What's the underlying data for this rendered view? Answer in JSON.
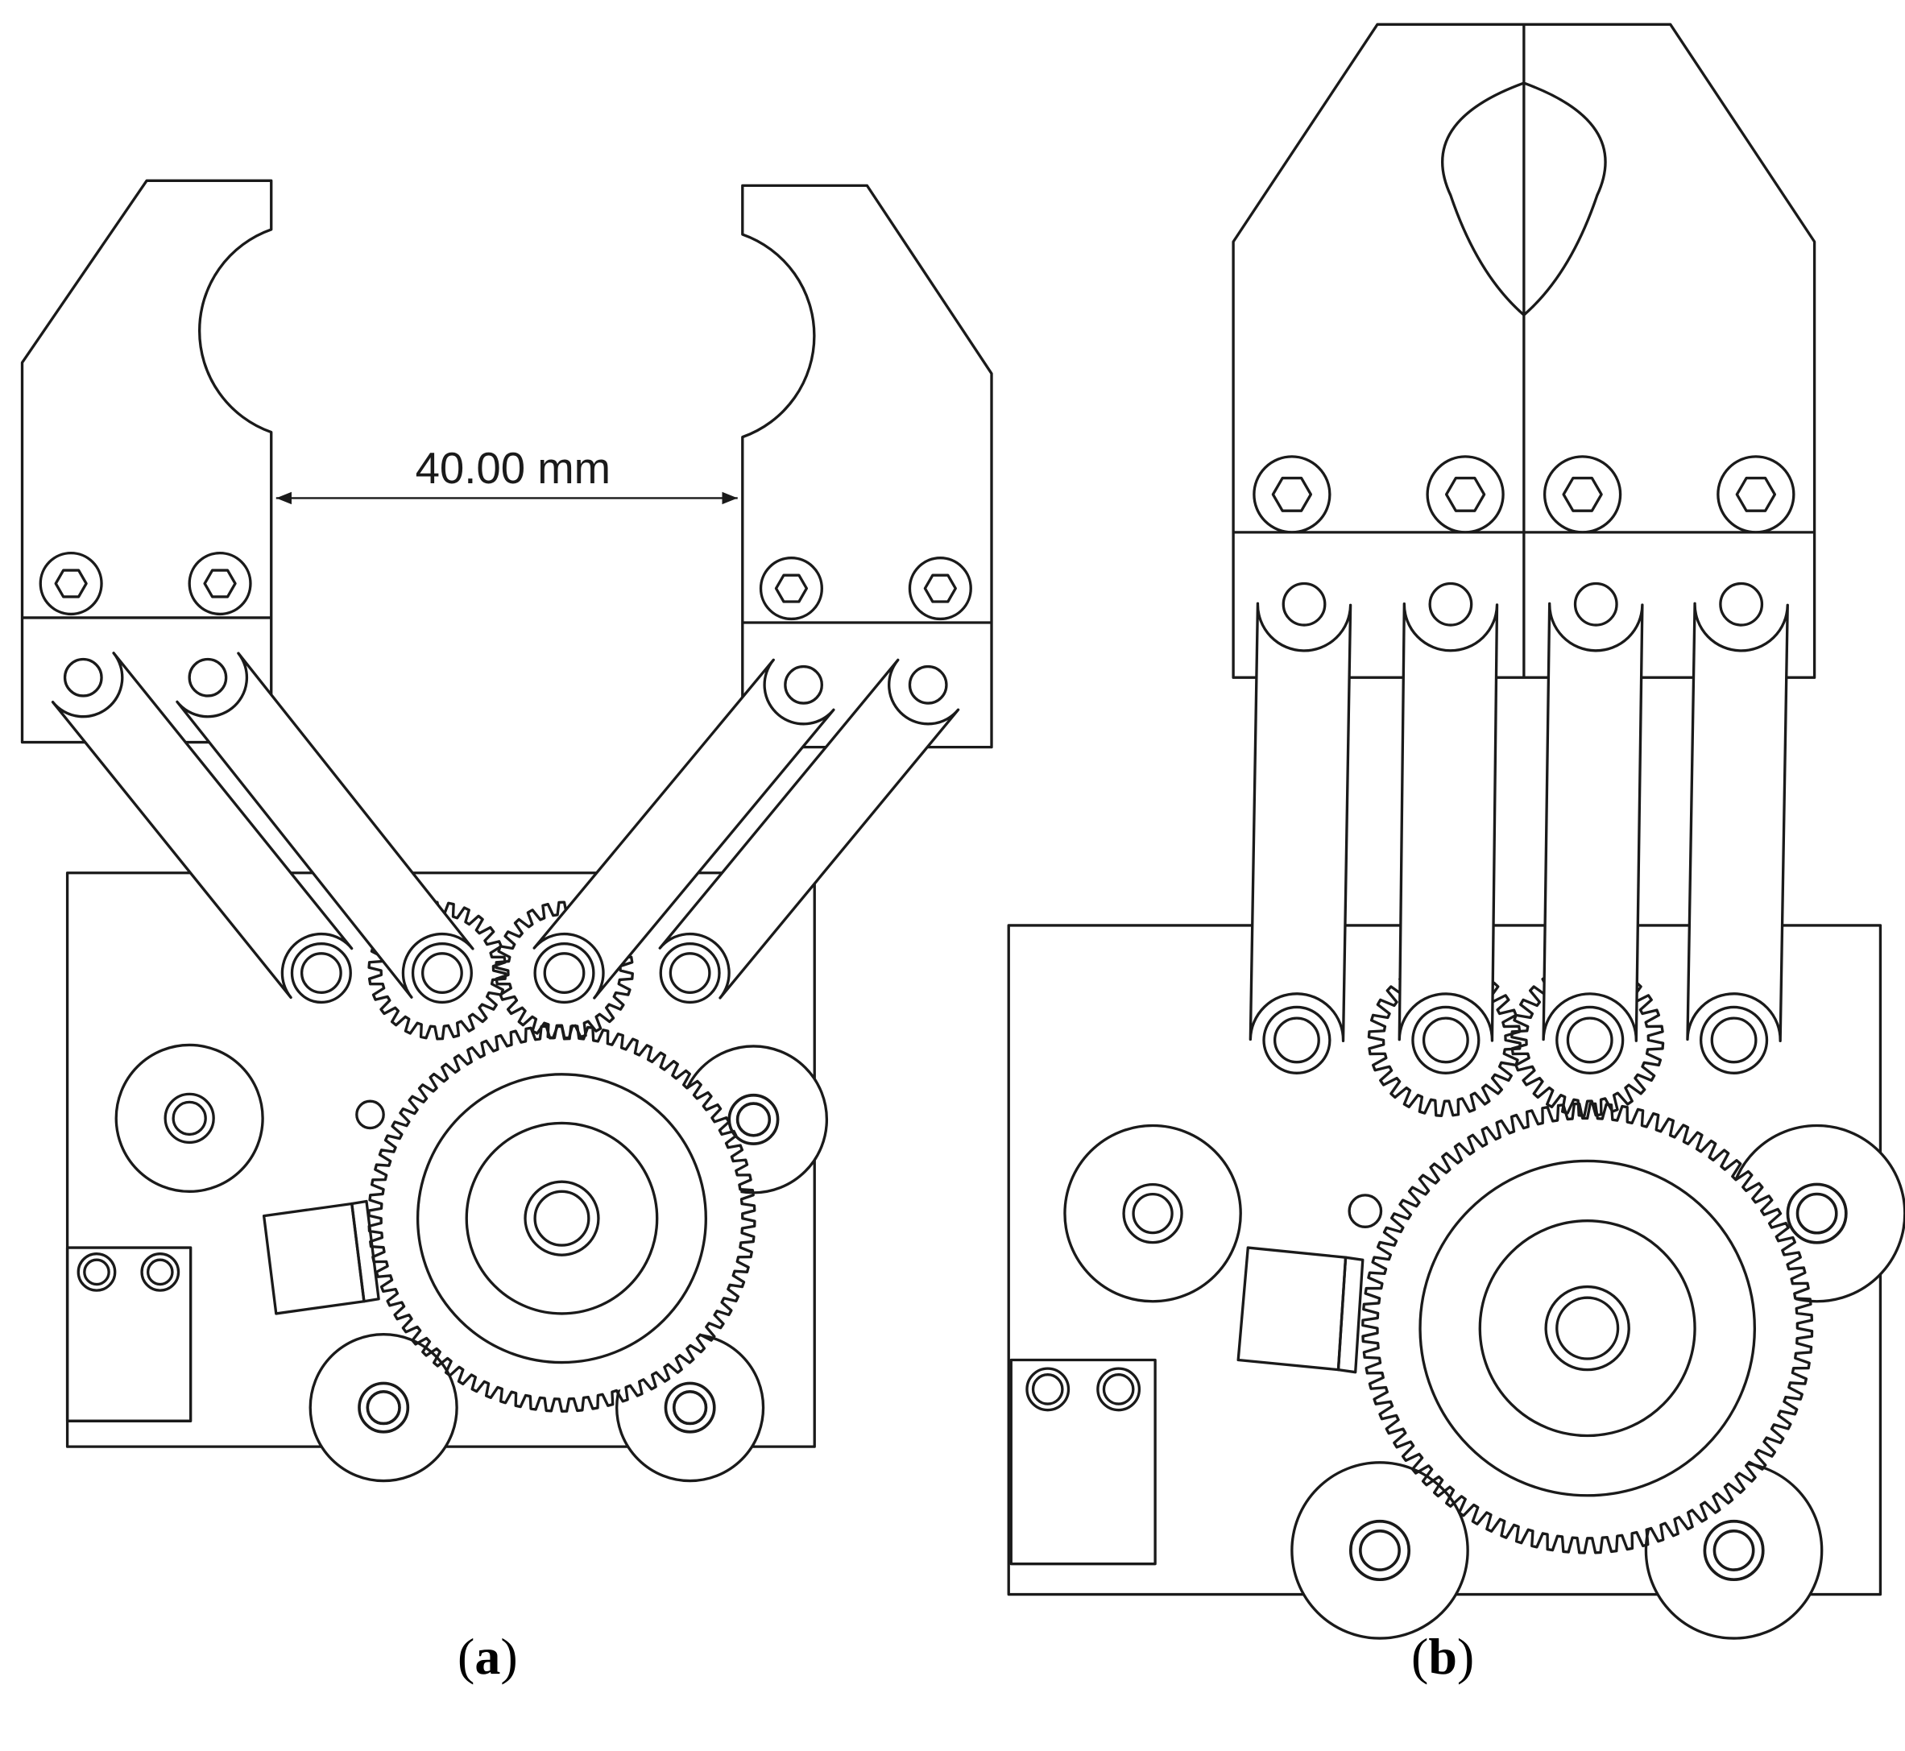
{
  "figure": {
    "panel_a": {
      "label_open": "(",
      "label_letter": "a",
      "label_close": ")",
      "dimension_text": "40.00 mm"
    },
    "panel_b": {
      "label_open": "(",
      "label_letter": "b",
      "label_close": ")"
    }
  },
  "style": {
    "stroke": "#1a1a1a",
    "background": "#ffffff"
  }
}
